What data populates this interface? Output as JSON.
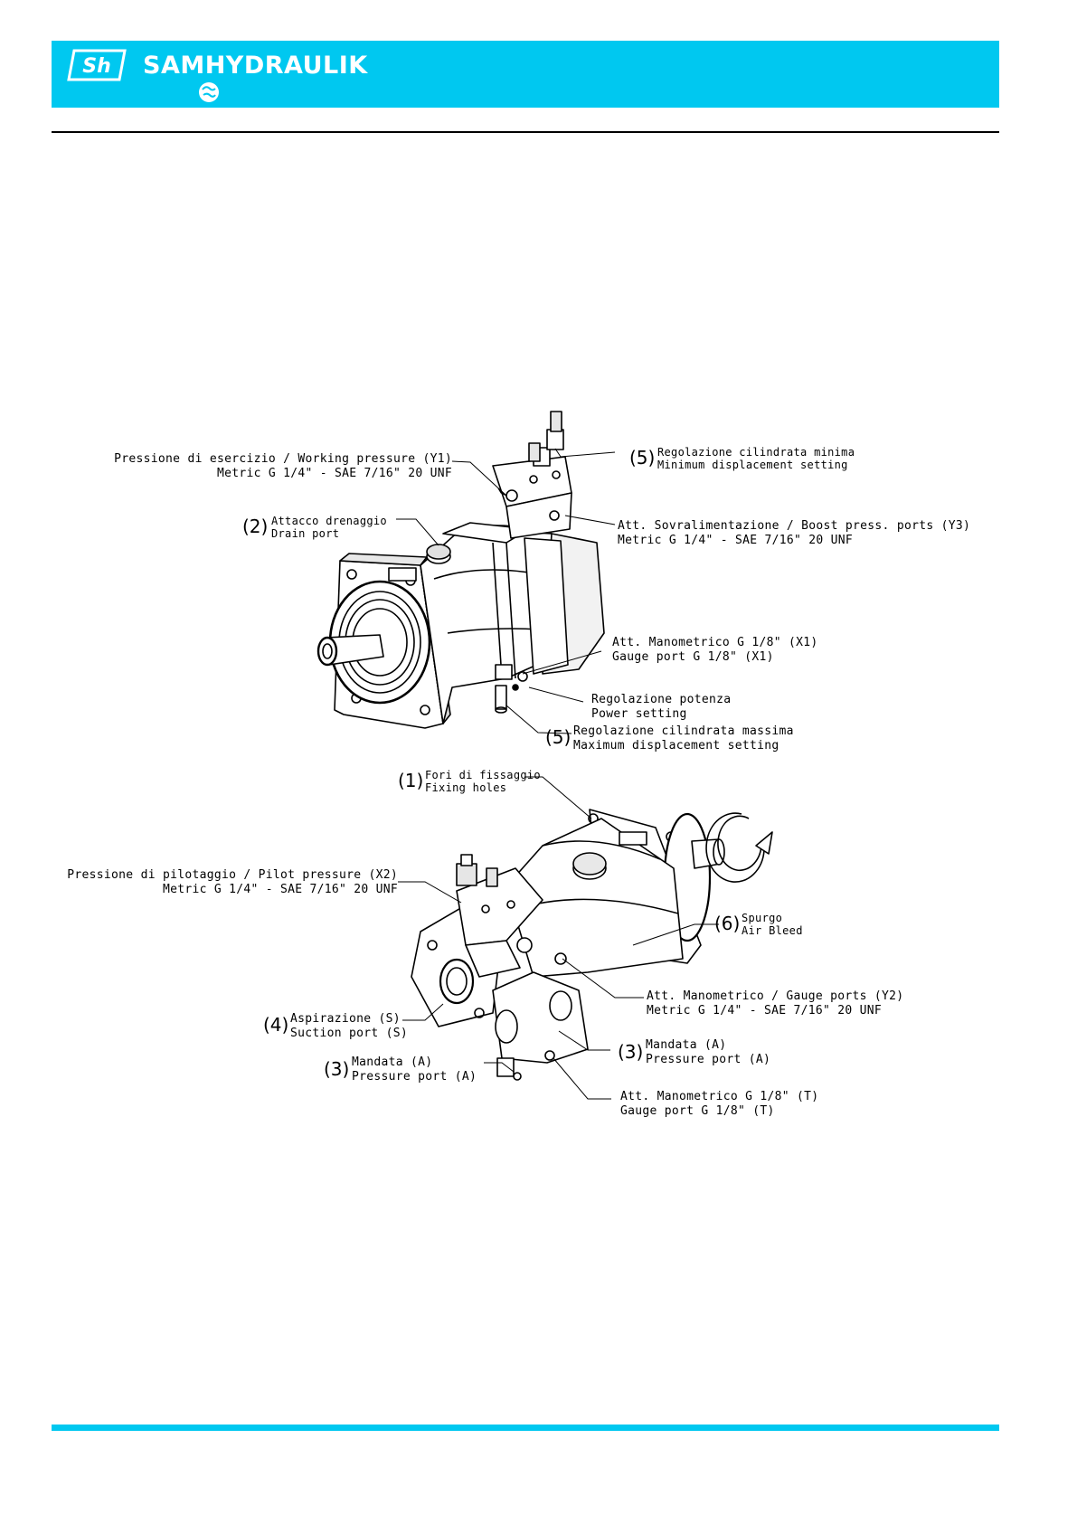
{
  "brand": {
    "logo_text": "Sh",
    "name": "SAMHYDRAULIK"
  },
  "colors": {
    "accent": "#00c8f0",
    "ink": "#000000"
  },
  "top_view": {
    "working_pressure": {
      "line1": "Pressione di esercizio / Working pressure (Y1)",
      "line2": "Metric G 1/4\" - SAE 7/16\" 20 UNF"
    },
    "drain": {
      "num": "(2)",
      "line1": "Attacco drenaggio",
      "line2": "Drain port"
    },
    "min_disp": {
      "num": "(5)",
      "line1": "Regolazione cilindrata minima",
      "line2": "Minimum displacement setting"
    },
    "boost": {
      "line1": "Att. Sovralimentazione / Boost press. ports (Y3)",
      "line2": "Metric G 1/4\" - SAE 7/16\" 20 UNF"
    },
    "gauge_x1": {
      "line1": "Att. Manometrico G 1/8\" (X1)",
      "line2": "Gauge port G 1/8\" (X1)"
    },
    "power": {
      "line1": "Regolazione potenza",
      "line2": "Power setting"
    },
    "max_disp": {
      "num": "(5)",
      "line1": "Regolazione cilindrata massima",
      "line2": "Maximum displacement setting"
    }
  },
  "bottom_view": {
    "fixing": {
      "num": "(1)",
      "line1": "Fori di fissaggio",
      "line2": "Fixing holes"
    },
    "pilot": {
      "line1": "Pressione di pilotaggio / Pilot pressure (X2)",
      "line2": "Metric G 1/4\"  - SAE 7/16\" 20 UNF"
    },
    "bleed": {
      "num": "(6)",
      "line1": "Spurgo",
      "line2": "Air Bleed"
    },
    "gauge_y2": {
      "line1": "Att. Manometrico / Gauge ports (Y2)",
      "line2": "Metric G 1/4\" - SAE 7/16\" 20 UNF"
    },
    "suction": {
      "num": "(4)",
      "line1": "Aspirazione (S)",
      "line2": "Suction port (S)"
    },
    "pressure_a_right": {
      "num": "(3)",
      "line1": "Mandata (A)",
      "line2": "Pressure port (A)"
    },
    "pressure_a_left": {
      "num": "(3)",
      "line1": "Mandata (A)",
      "line2": "Pressure port (A)"
    },
    "gauge_t": {
      "line1": "Att. Manometrico G 1/8\" (T)",
      "line2": "Gauge port G 1/8\" (T)"
    }
  }
}
